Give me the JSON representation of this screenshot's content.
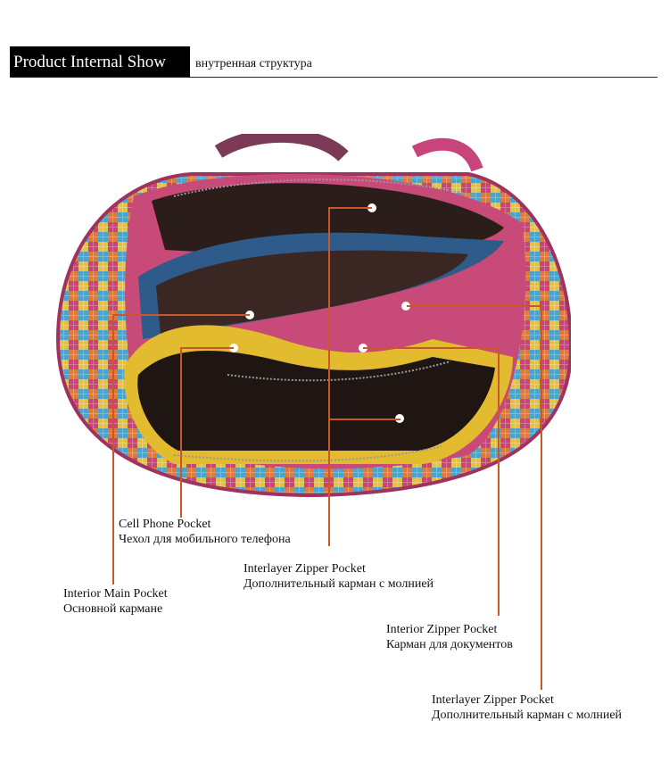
{
  "header": {
    "title": "Product  Internal Show",
    "subtitle": "внутренная структура"
  },
  "callouts": [
    {
      "en": "Cell Phone Pocket",
      "ru": "Чехол для мобильного телефона"
    },
    {
      "en": "Interlayer Zipper Pocket",
      "ru": "Дополнительный карман с молнией"
    },
    {
      "en": "Interior Main Pocket",
      "ru": "Основной кармане"
    },
    {
      "en": "Interior Zipper Pocket",
      "ru": "Карман для документов"
    },
    {
      "en": "Interlayer Zipper Pocket",
      "ru": "Дополнительный карман с молнией"
    }
  ],
  "colors": {
    "leader_line": "#c8572a",
    "accent_black": "#000000"
  }
}
